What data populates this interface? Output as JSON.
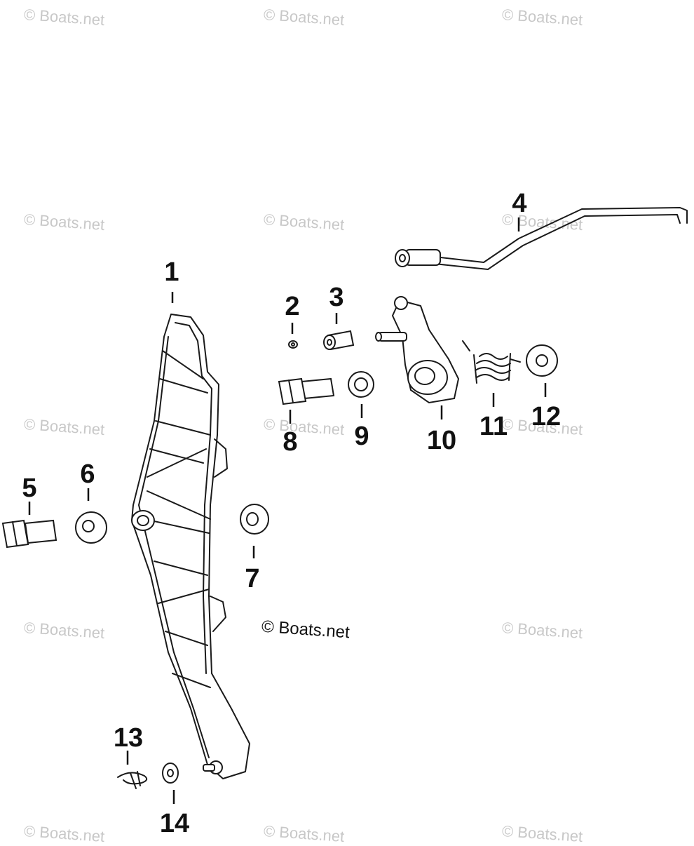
{
  "watermark_text": "© Boats.net",
  "credit_text": "© Boats.net",
  "callouts": [
    "1",
    "2",
    "3",
    "4",
    "5",
    "6",
    "7",
    "8",
    "9",
    "10",
    "11",
    "12",
    "13",
    "14"
  ],
  "colors": {
    "ink": "#111111",
    "watermark": "#c8c8c8",
    "background": "#ffffff"
  }
}
